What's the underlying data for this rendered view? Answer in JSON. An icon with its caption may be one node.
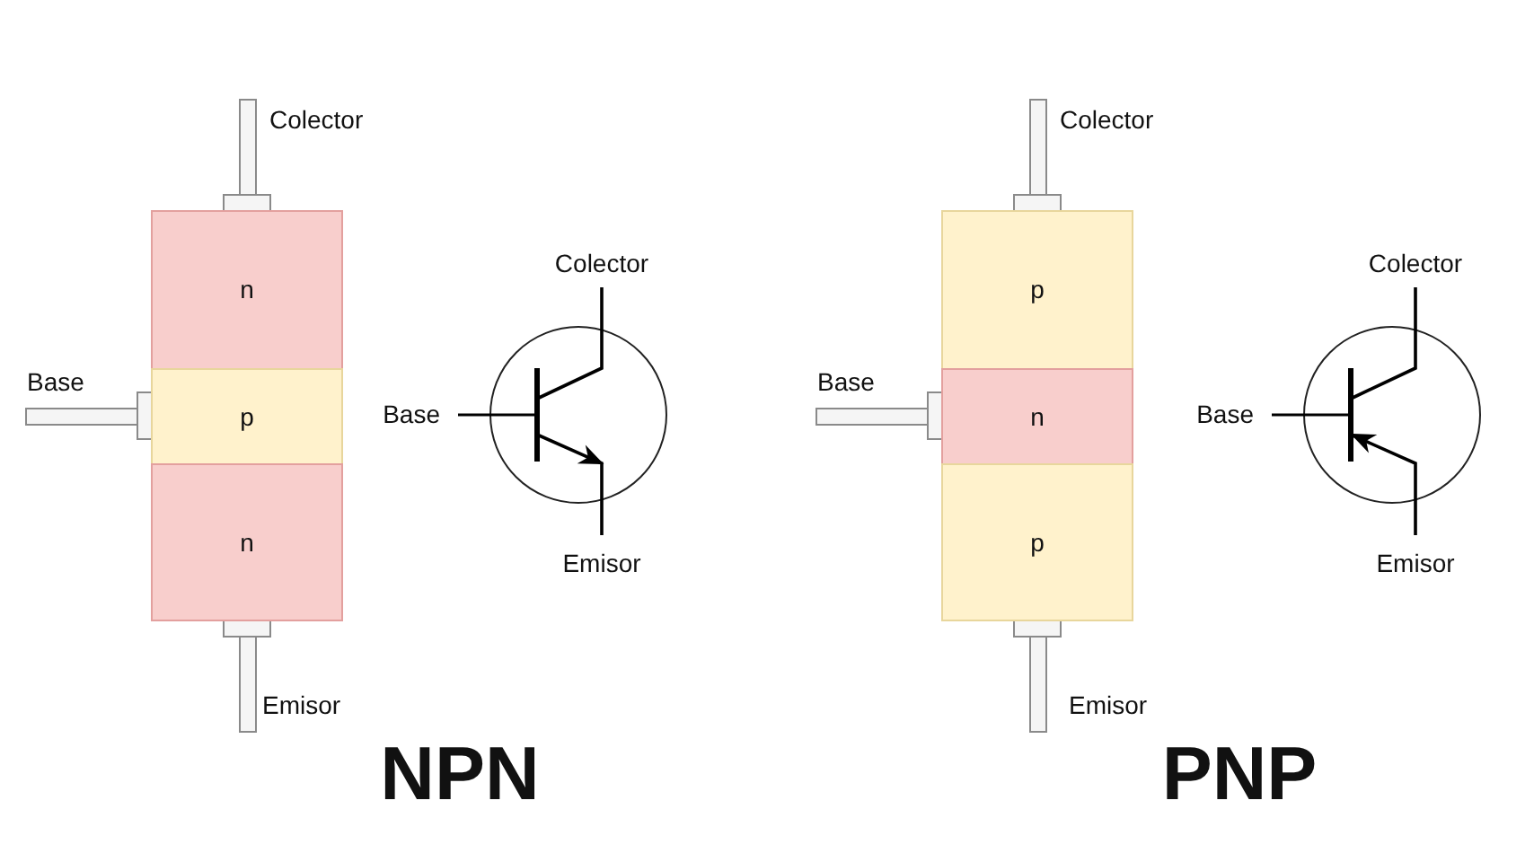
{
  "diagram": {
    "nodes": [
      {
        "text": [
          "n"
        ]
      },
      {
        "text": [
          "p"
        ]
      },
      {
        "text": [
          "n"
        ]
      },
      {
        "text": [
          "p"
        ]
      },
      {
        "text": [
          "n"
        ]
      },
      {
        "text": [
          "p"
        ]
      }
    ],
    "labels": [
      "Colector",
      "Base",
      "Emisor",
      "Colector",
      "Base",
      "Emisor",
      "NPN",
      "Colector",
      "Base",
      "Emisor",
      "Colector",
      "Base",
      "Emisor",
      "PNP"
    ]
  }
}
